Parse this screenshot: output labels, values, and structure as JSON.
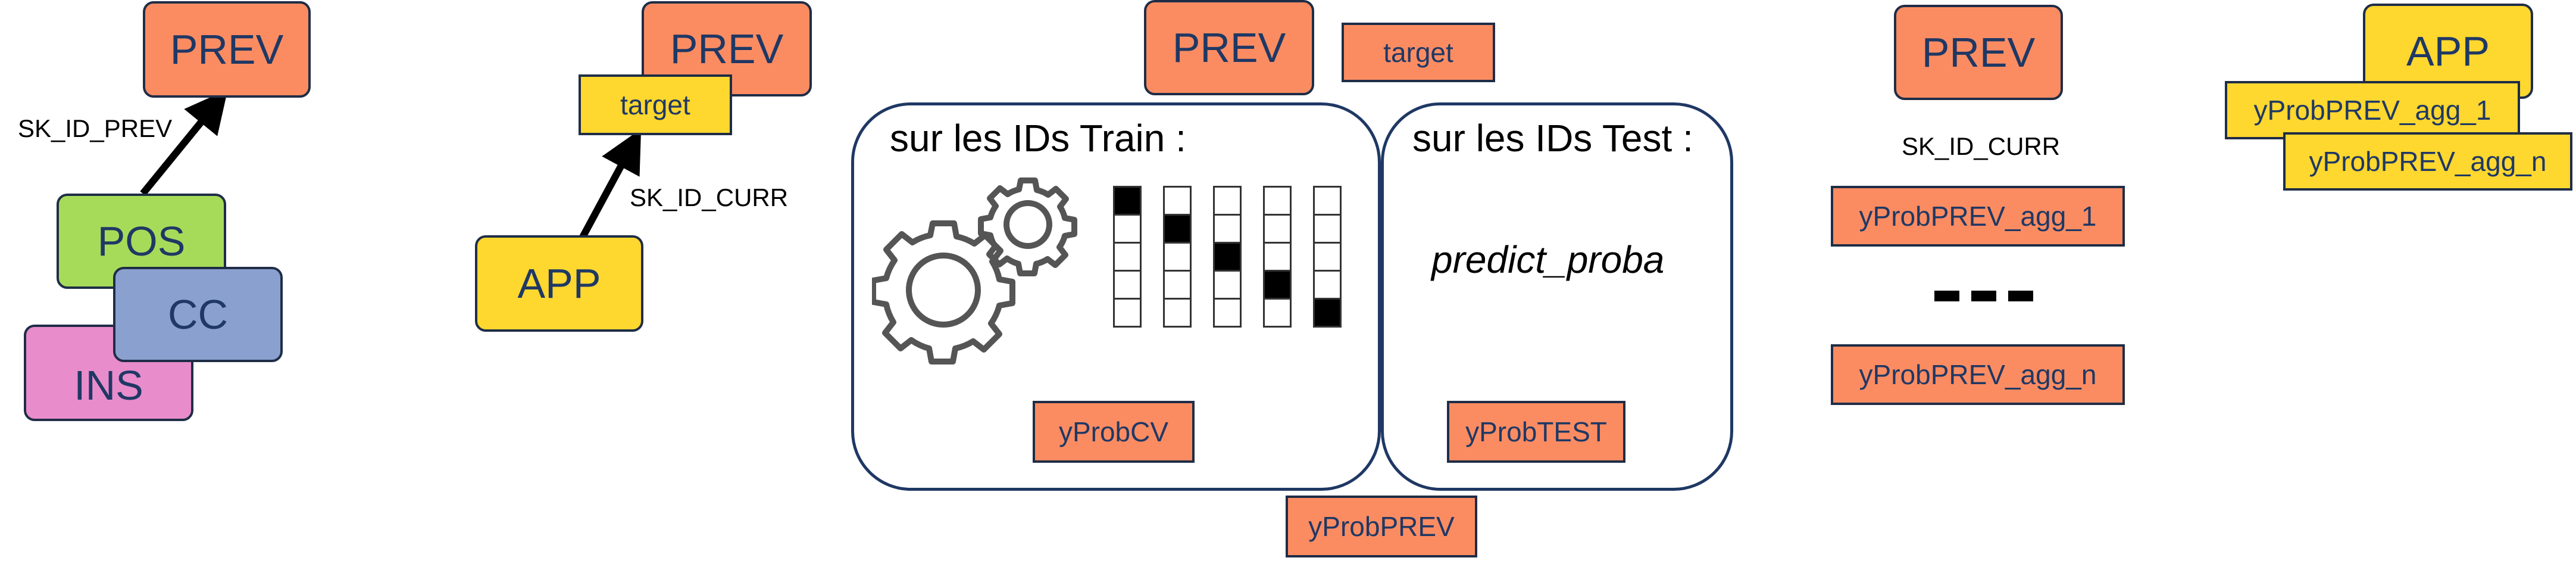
{
  "step1": {
    "prev": "PREV",
    "pos": "POS",
    "cc": "CC",
    "ins": "INS",
    "key_label": "SK_ID_PREV"
  },
  "step2": {
    "prev": "PREV",
    "target": "target",
    "app": "APP",
    "key_label": "SK_ID_CURR"
  },
  "step3": {
    "prev": "PREV",
    "target": "target",
    "train_title": "sur les IDs Train :",
    "test_title": "sur les IDs Test :",
    "predict": "predict_proba",
    "out_cv": "yProbCV",
    "out_test": "yProbTEST",
    "out_all": "yProbPREV",
    "cv_folds": 5,
    "cv_rows": 5,
    "icon": "gears-icon"
  },
  "step4": {
    "prev": "PREV",
    "key_label": "SK_ID_CURR",
    "agg_first": "yProbPREV_agg_1",
    "agg_last": "yProbPREV_agg_n"
  },
  "step5": {
    "app": "APP",
    "agg_first": "yProbPREV_agg_1",
    "agg_last": "yProbPREV_agg_n"
  },
  "colors": {
    "orange": "#fb8c62",
    "yellow": "#fed72f",
    "green": "#a6db5a",
    "blue": "#8aa0cf",
    "pink": "#e88ccb",
    "border": "#1f3864"
  }
}
